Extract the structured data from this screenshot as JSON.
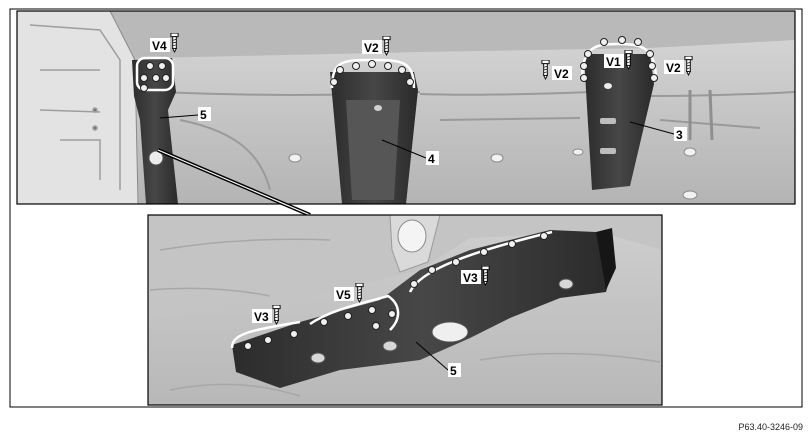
{
  "figure_code": "P63.40-3246-09",
  "callouts": {
    "v4": "V4",
    "v2_top": "V2",
    "v2_left": "V2",
    "v1": "V1",
    "v2_right": "V2",
    "v5": "V5",
    "v3_left": "V3",
    "v3_right": "V3"
  },
  "parts": {
    "p5_top": "5",
    "p4": "4",
    "p3": "3",
    "p5_bottom": "5"
  },
  "colors": {
    "metal_light": "#c9c9c9",
    "metal_mid": "#a8a8a8",
    "metal_dark": "#3a3a3a",
    "bracket": "#262626",
    "frame": "#000000"
  }
}
